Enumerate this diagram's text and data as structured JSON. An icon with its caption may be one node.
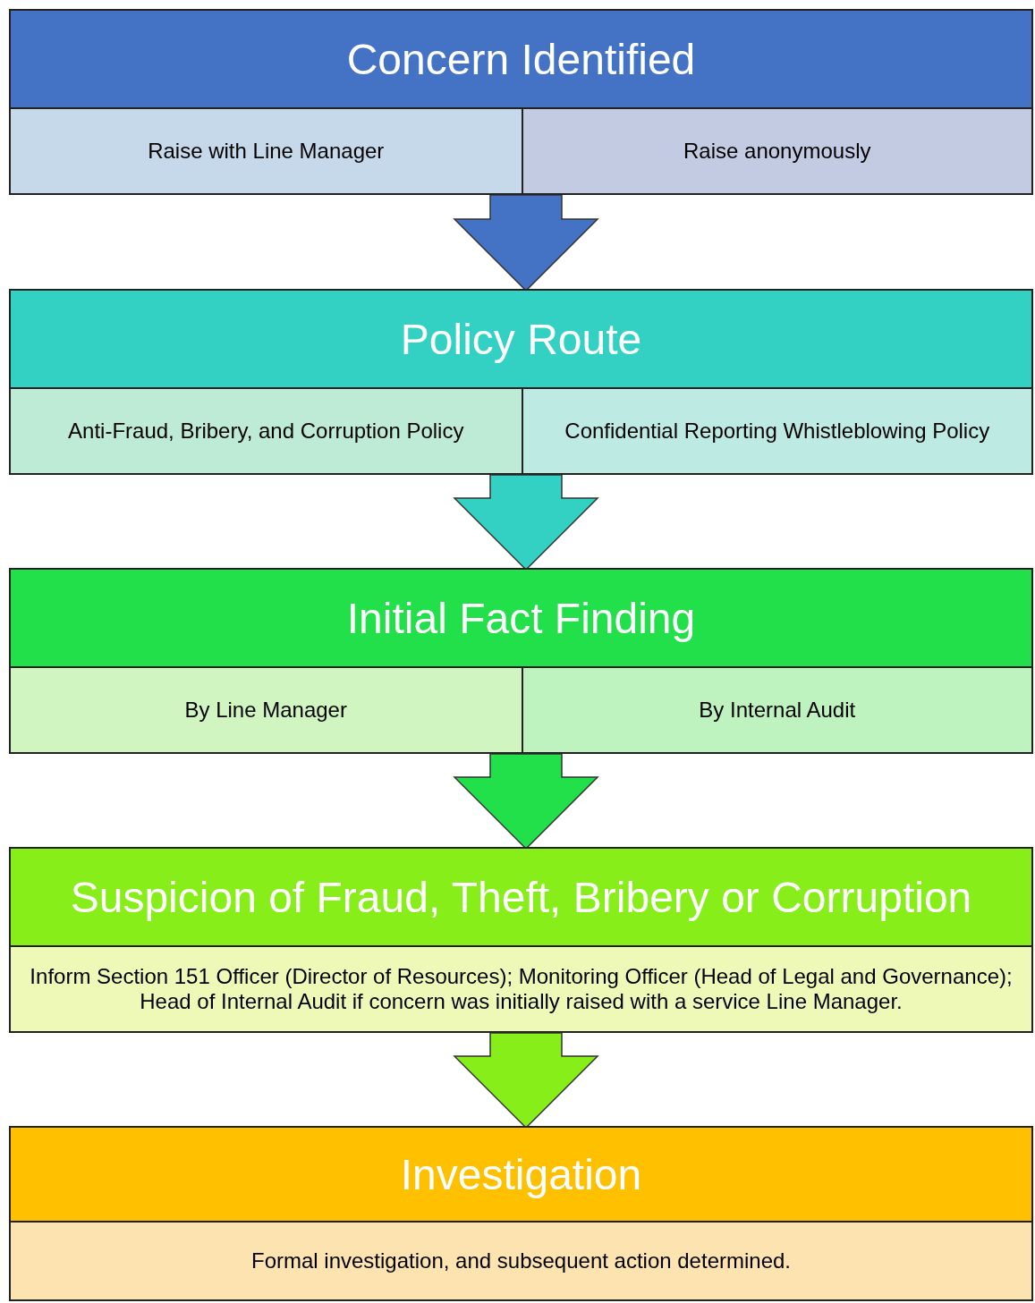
{
  "diagram": {
    "nodes": [
      {
        "text": [
          "Concern Identified"
        ]
      },
      {
        "text": [
          "Raise with Line Manager"
        ],
        "in": 0
      },
      {
        "text": [
          "Raise anonymously"
        ],
        "in": 0
      },
      {
        "text": [
          "Policy Route"
        ]
      },
      {
        "text": [
          "Anti-Fraud, Bribery, and Corruption Policy"
        ],
        "in": 3
      },
      {
        "text": [
          "Confidential Reporting Whistleblowing Policy"
        ],
        "in": 3
      },
      {
        "text": [
          "Initial Fact Finding"
        ]
      },
      {
        "text": [
          "By Line Manager"
        ],
        "in": 6
      },
      {
        "text": [
          "By Internal Audit"
        ],
        "in": 6
      },
      {
        "text": [
          "Suspicion of Fraud, Theft, Bribery or Corruption"
        ]
      },
      {
        "text": [
          "Inform Section 151 Officer (Director of Resources); Monitoring Officer (Head of Legal and Governance); Head of Internal Audit if concern was initially raised with a service Line Manager."
        ],
        "in": 9
      },
      {
        "text": [
          "Investigation"
        ]
      },
      {
        "text": [
          "Formal investigation, and subsequent action determined."
        ],
        "in": 11
      }
    ],
    "edges": [
      {
        "from": 0,
        "to": 3,
        "arrow": "to",
        "color": "#4472c4"
      },
      {
        "from": 3,
        "to": 6,
        "arrow": "to",
        "color": "#33d1c4"
      },
      {
        "from": 6,
        "to": 9,
        "arrow": "to",
        "color": "#22e04a"
      },
      {
        "from": 9,
        "to": 11,
        "arrow": "to",
        "color": "#88ee1a"
      }
    ]
  }
}
